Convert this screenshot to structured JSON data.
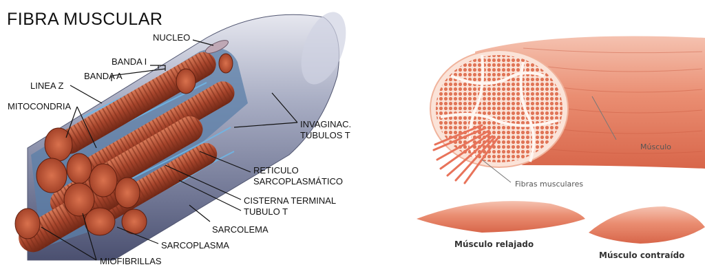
{
  "left_figure": {
    "title": "FIBRA MUSCULAR",
    "labels": {
      "nucleo": "NUCLEO",
      "banda_i": "BANDA I",
      "banda_a": "BANDA A",
      "linea_z": "LINEA Z",
      "mitocondria": "MITOCONDRIA",
      "invaginac": "INVAGINAC.",
      "tubulos_t": "TUBULOS T",
      "reticulo": "RETICULO",
      "sarcoplasmatico": "SARCOPLASMÁTICO",
      "cisterna_terminal": "CISTERNA TERMINAL",
      "tubulo_t": "TUBULO T",
      "sarcolema": "SARCOLEMA",
      "sarcoplasma": "SARCOPLASMA",
      "miofibrillas": "MIOFIBRILLAS"
    }
  },
  "right_figure": {
    "labels": {
      "musculo": "Músculo",
      "fibras_musculares": "Fibras musculares",
      "musculo_relajado": "Músculo relajado",
      "musculo_contraido": "Músculo contraído"
    }
  },
  "colors": {
    "sheath": "#8a90aa",
    "sheath_light": "#c9ccdc",
    "myofibril": "#a8452c",
    "myofibril_light": "#d4704e",
    "reticulum": "#4a8fc0",
    "muscle": "#e88a6e",
    "muscle_light": "#f3b9a4"
  }
}
